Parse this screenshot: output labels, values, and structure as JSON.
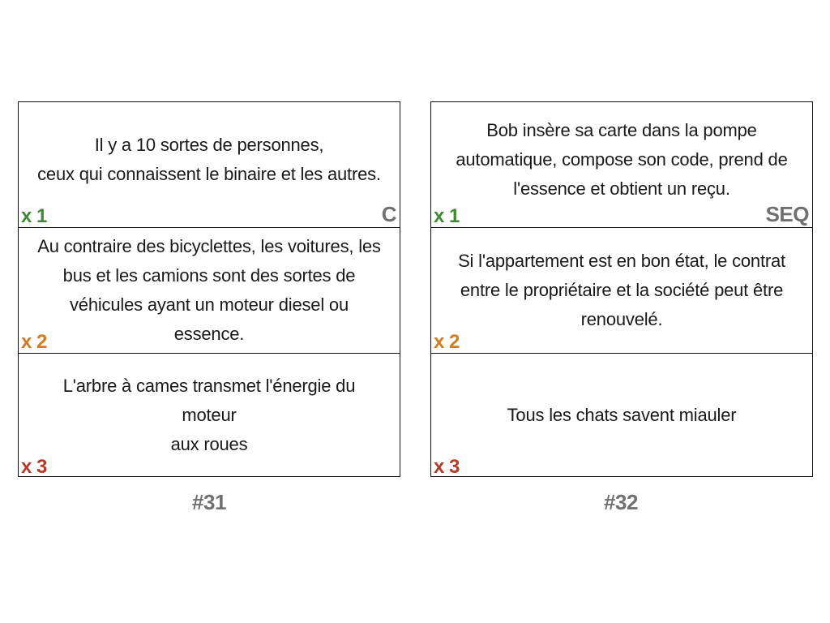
{
  "cards": [
    {
      "tag": "C",
      "number": "#31",
      "rows": [
        {
          "multiplier": "x 1",
          "text_lines": [
            "Il y a 10 sortes de personnes,",
            "ceux qui connaissent le binaire et les autres."
          ]
        },
        {
          "multiplier": "x 2",
          "text_lines": [
            "Au contraire des bicyclettes, les voitures, les",
            "bus et les camions sont des sortes de",
            "véhicules ayant un moteur diesel ou",
            "essence."
          ]
        },
        {
          "multiplier": "x 3",
          "text_lines": [
            "L'arbre à cames transmet l'énergie du moteur",
            "aux roues"
          ]
        }
      ]
    },
    {
      "tag": "SEQ",
      "number": "#32",
      "rows": [
        {
          "multiplier": "x 1",
          "text_lines": [
            "Bob insère sa carte dans la pompe",
            "automatique, compose son code, prend de",
            "l'essence et obtient un reçu."
          ]
        },
        {
          "multiplier": "x 2",
          "text_lines": [
            "Si l'appartement est en bon état, le contrat",
            "entre le propriétaire et la société peut être",
            "renouvelé."
          ]
        },
        {
          "multiplier": "x 3",
          "text_lines": [
            "Tous les chats savent miauler"
          ]
        }
      ]
    }
  ],
  "colors": {
    "x1": "#3f8a32",
    "x2": "#d67a1f",
    "x3": "#b83a24",
    "tag": "#707070",
    "border": "#111111"
  }
}
